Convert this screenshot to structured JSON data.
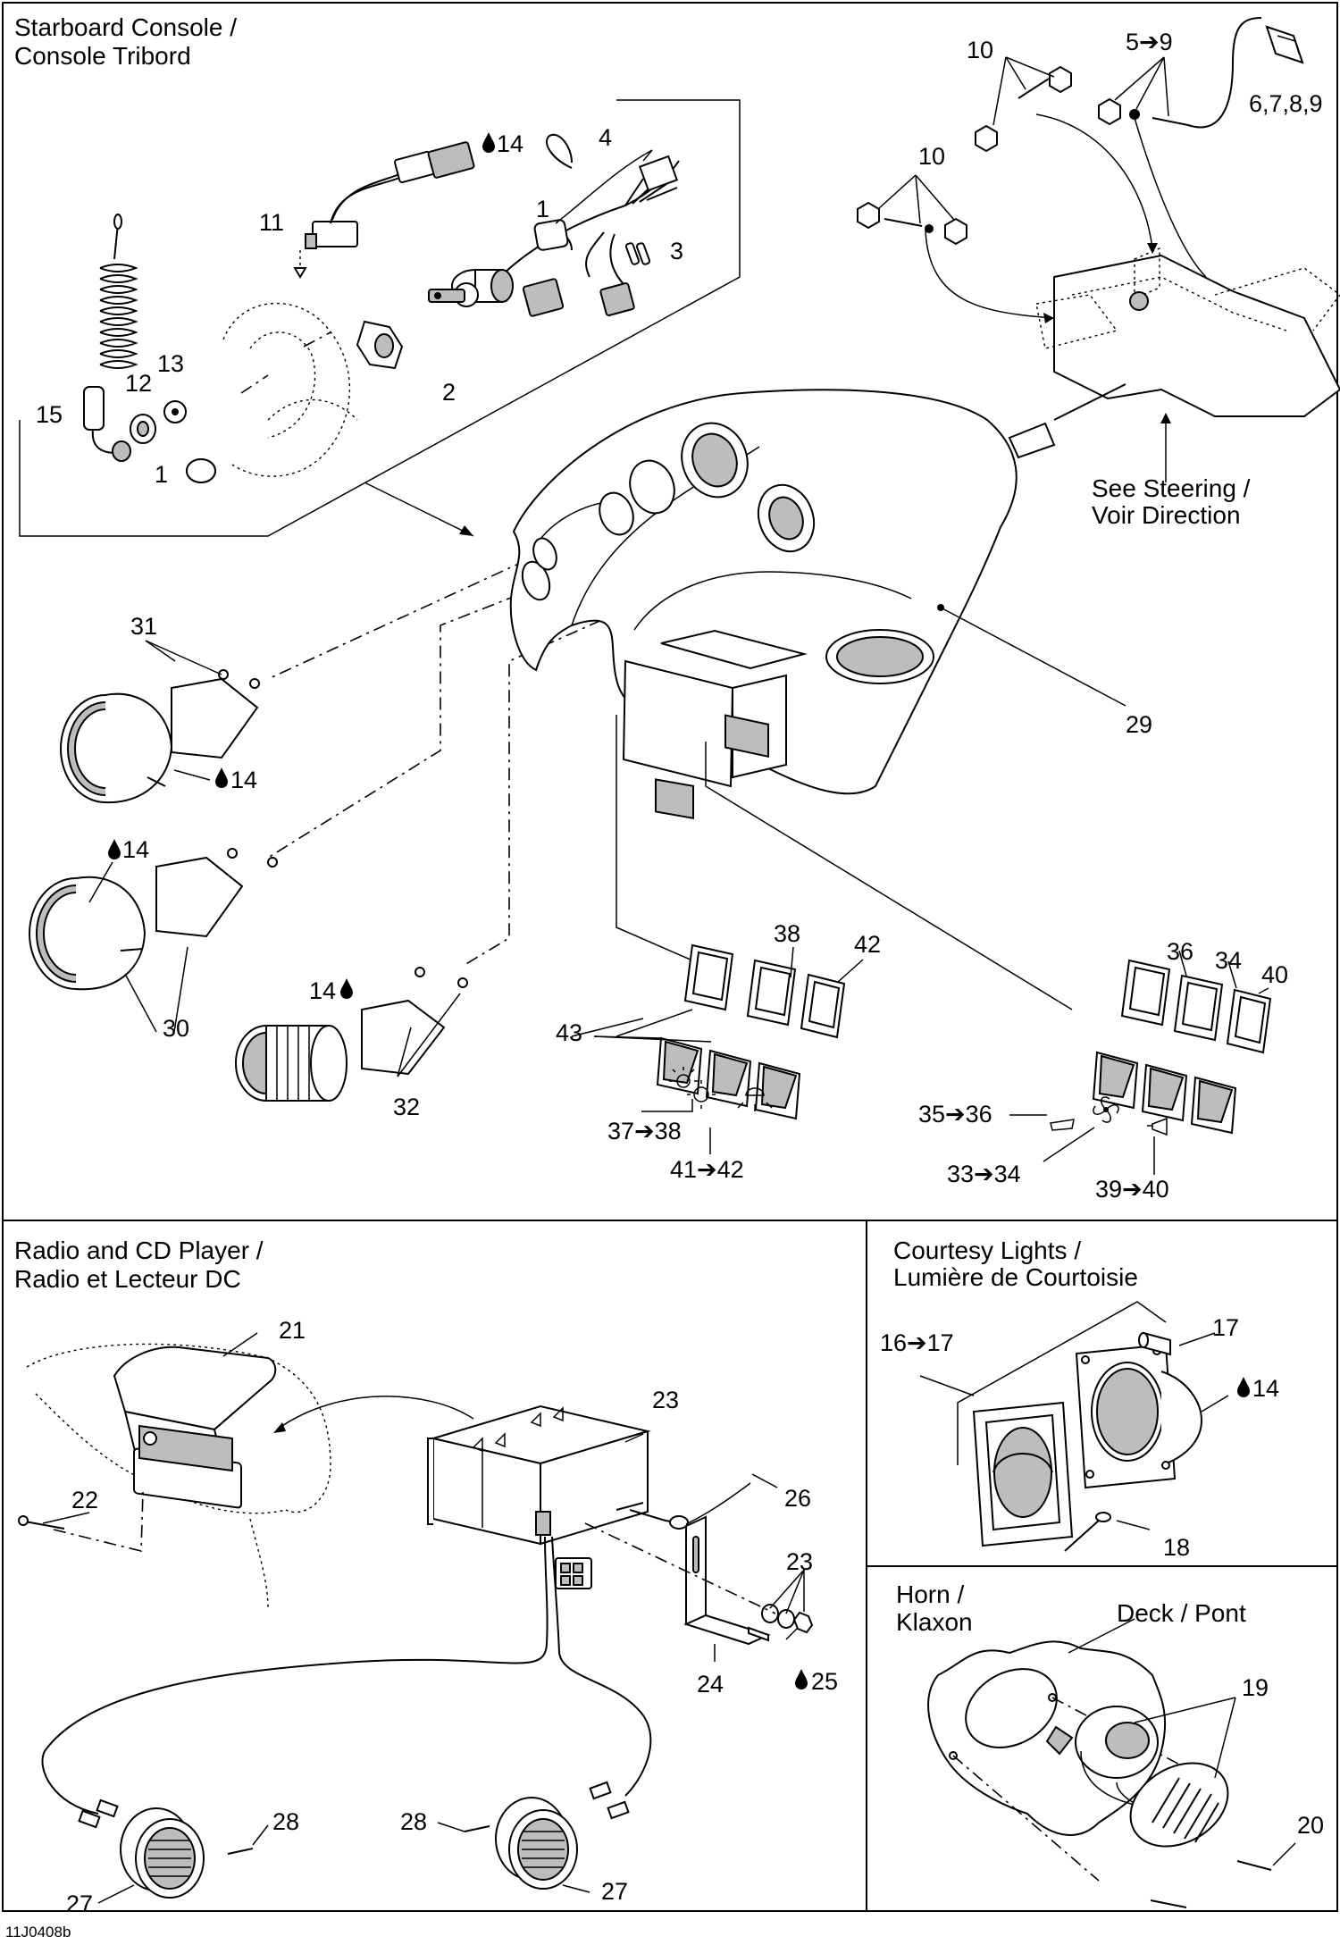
{
  "panels": {
    "starboard_console": {
      "title_line1": "Starboard Console /",
      "title_line2": "Console Tribord"
    },
    "radio_cd": {
      "title_line1": "Radio and CD Player /",
      "title_line2": "Radio et Lecteur DC"
    },
    "courtesy_lights": {
      "title_line1": "Courtesy Lights /",
      "title_line2": "Lumière de Courtoisie"
    },
    "horn": {
      "title_line1": "Horn /",
      "title_line2": "Klaxon",
      "deck_label": "Deck / Pont"
    }
  },
  "see_steering": {
    "line1": "See  Steering /",
    "line2": "Voir Direction"
  },
  "callouts": {
    "c1a": "1",
    "c1b": "1",
    "c2": "2",
    "c3": "3",
    "c4": "4",
    "c5_9": "5➔9",
    "c6789": "6,7,8,9",
    "c10a": "10",
    "c10b": "10",
    "c11": "11",
    "c12": "12",
    "c13": "13",
    "c14a": "14",
    "c15": "15",
    "c29": "29",
    "c31": "31",
    "c14b": "14",
    "c14c": "14",
    "c30": "30",
    "c14d": "14",
    "c32": "32",
    "c38": "38",
    "c42": "42",
    "c43": "43",
    "c37_38": "37➔38",
    "c41_42": "41➔42",
    "c36": "36",
    "c34": "34",
    "c40": "40",
    "c35_36": "35➔36",
    "c33_34": "33➔34",
    "c39_40": "39➔40",
    "c21": "21",
    "c22": "22",
    "c23a": "23",
    "c26": "26",
    "c23b": "23",
    "c24": "24",
    "c25": "25",
    "c28a": "28",
    "c28b": "28",
    "c27a": "27",
    "c27b": "27",
    "c16_17": "16➔17",
    "c17": "17",
    "c14e": "14",
    "c18": "18",
    "c19": "19",
    "c20": "20"
  },
  "figure_code": "11J0408b"
}
